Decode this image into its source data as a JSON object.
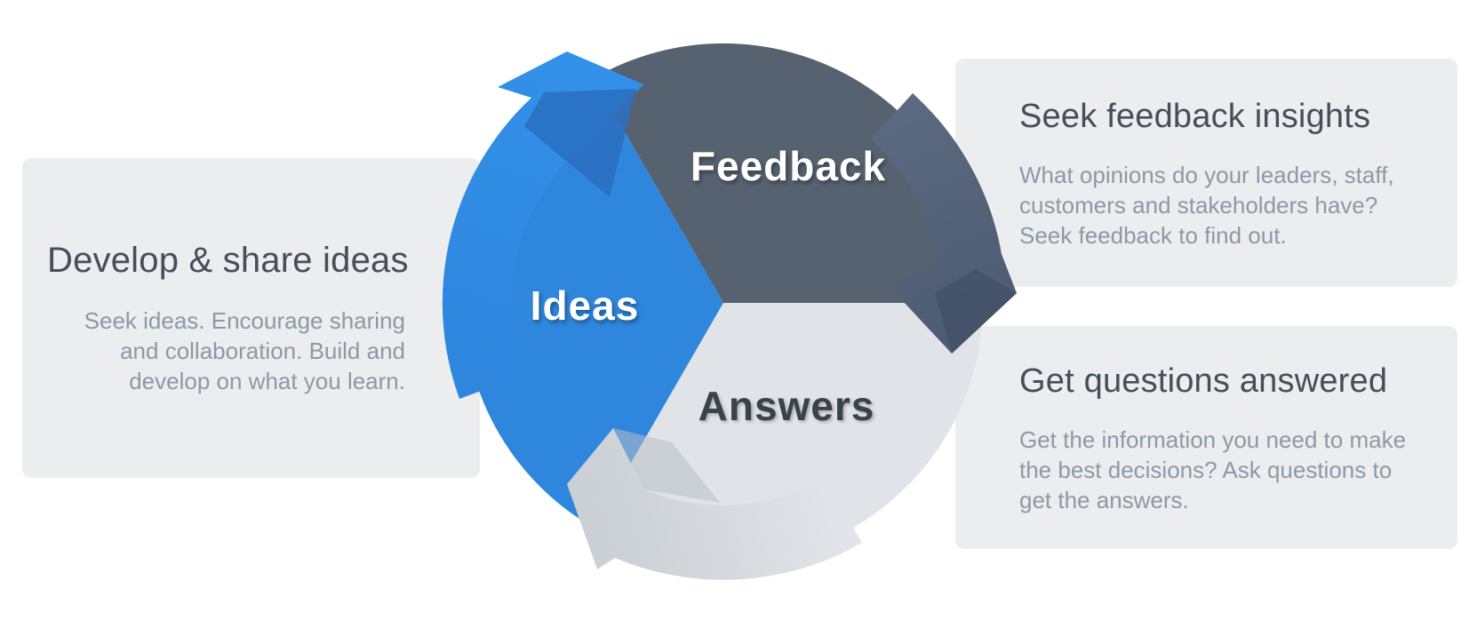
{
  "cards": {
    "left": {
      "title": "Develop & share ideas",
      "body": "Seek ideas. Encourage sharing and collaboration. Build and develop on what you learn."
    },
    "top_right": {
      "title": "Seek feedback insights",
      "body": "What opinions do your leaders, staff, customers and stakeholders have? Seek feedback to find out."
    },
    "bottom_right": {
      "title": "Get questions answered",
      "body": "Get the information you need to make the best decisions? Ask questions to get the answers."
    }
  },
  "cycle": {
    "direction": "clockwise",
    "segments": [
      {
        "label": "Ideas",
        "color": "#2e86dd",
        "text_color": "#ffffff"
      },
      {
        "label": "Feedback",
        "color": "#566270",
        "text_color": "#ffffff"
      },
      {
        "label": "Answers",
        "color": "#e0e4e9",
        "text_color": "#3b4249"
      }
    ]
  },
  "colors": {
    "background": "#ffffff",
    "card_background": "#ecedef",
    "title_text": "#454f5b",
    "body_text": "#8c99a7",
    "arrow_blue": "#2e86dd",
    "arrow_blue_shade": "#2a6fbf",
    "arrow_dark": "#52617a",
    "arrow_dark_shade": "#415066",
    "arrow_gray": "#d2d7dc",
    "arrow_gray_shade": "#b9bfc7"
  }
}
